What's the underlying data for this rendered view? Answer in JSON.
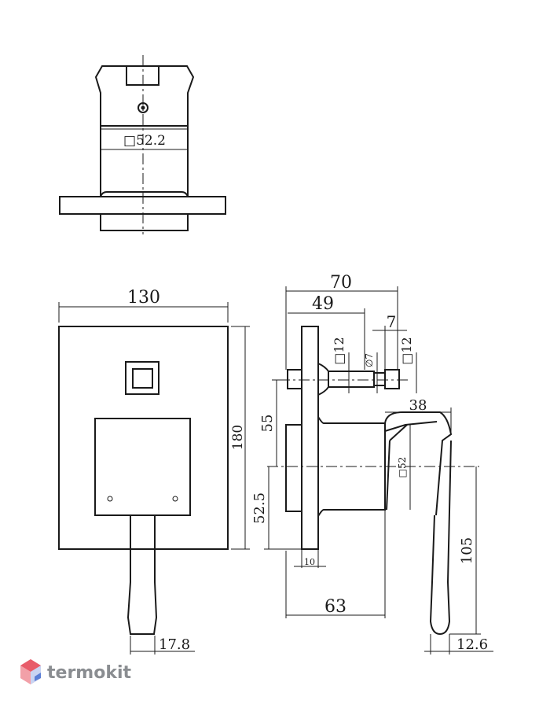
{
  "top_view": {
    "width_label": "□52.2"
  },
  "front_view": {
    "width_label": "130",
    "height_label": "180",
    "handle_width_label": "17.8"
  },
  "side_view": {
    "overall_depth_label": "70",
    "spindle_depth_label": "49",
    "spindle_tip_label": "7",
    "square_label_a": "□12",
    "dia_label": "∅7",
    "square_label_b": "□12",
    "offset_label": "55",
    "lower_offset_label": "52.5",
    "plate_thickness_label": "10",
    "body_depth_label": "63",
    "handle_top_label": "38",
    "body_square_label": "□52",
    "handle_length_label": "105",
    "handle_tip_label": "12.6"
  },
  "watermark": {
    "text": "termokit",
    "colors": [
      "#e85c6a",
      "#5b7fd6",
      "#8a8d91"
    ]
  }
}
